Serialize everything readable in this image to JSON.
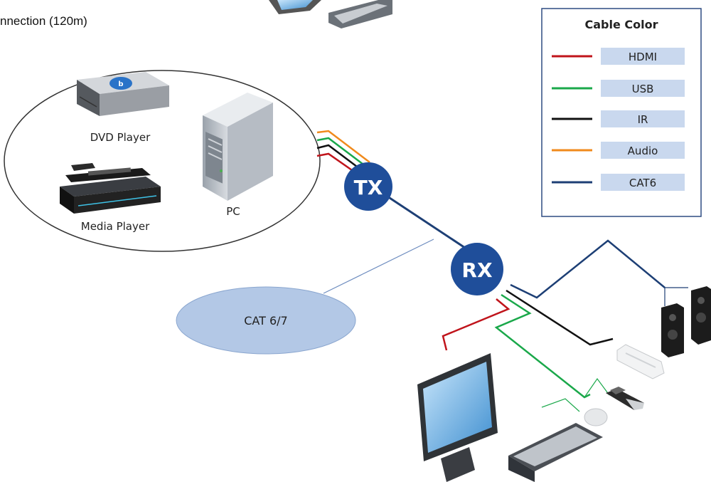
{
  "title": "nnection (120m)",
  "sources": {
    "dvd_player": "DVD Player",
    "media_player": "Media Player",
    "pc": "PC"
  },
  "nodes": {
    "tx": "TX",
    "rx": "RX"
  },
  "cable_label": "CAT 6/7",
  "legend": {
    "title": "Cable Color",
    "items": [
      {
        "label": "HDMI",
        "color": "#c0141b"
      },
      {
        "label": "USB",
        "color": "#1aa84a"
      },
      {
        "label": "IR",
        "color": "#111111"
      },
      {
        "label": "Audio",
        "color": "#f08a1c"
      },
      {
        "label": "CAT6",
        "color": "#1d3f75"
      }
    ]
  },
  "icons": [
    "blu-ray-player-icon",
    "media-player-icon",
    "pc-tower-icon",
    "monitor-icon",
    "keyboard-icon",
    "mouse-icon",
    "usb-stick-icon",
    "ir-receiver-icon",
    "speakers-icon"
  ]
}
